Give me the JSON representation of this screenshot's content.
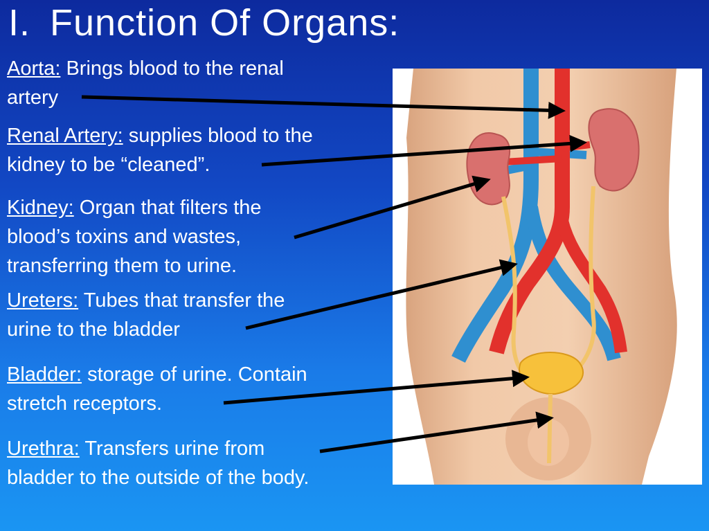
{
  "title": {
    "number": "I.",
    "text": "Function Of Organs:"
  },
  "items": [
    {
      "term": "Aorta:",
      "desc": "Brings blood to the renal",
      "desc2": "artery"
    },
    {
      "term": "Renal Artery:",
      "desc": "supplies blood to the",
      "desc2": "kidney to be “cleaned”."
    },
    {
      "term": "Kidney:",
      "desc": "Organ that filters the",
      "desc2": "blood’s toxins and wastes,",
      "desc3": "transferring them to urine."
    },
    {
      "term": "Ureters:",
      "desc": "Tubes that transfer the",
      "desc2": "urine to the bladder"
    },
    {
      "term": "Bladder:",
      "desc": "storage of urine. Contain",
      "desc2": "stretch receptors."
    },
    {
      "term": "Urethra:",
      "desc": "Transfers urine from",
      "desc2": "bladder to the outside of the body."
    }
  ],
  "colors": {
    "background": "#1248c4",
    "text": "#ffffff",
    "arrow": "#000000",
    "artery": "#e2312c",
    "vein": "#2f8fd0",
    "kidney": "#d9706e",
    "ureter": "#f2c46a",
    "bladder": "#f7c13b",
    "skin": "#f1c9a8"
  }
}
